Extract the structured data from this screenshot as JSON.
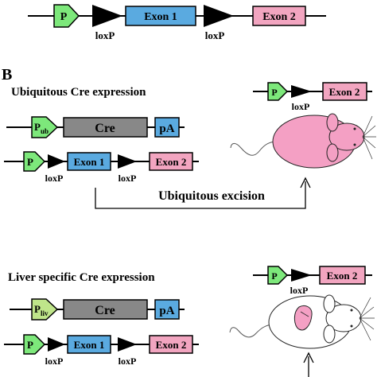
{
  "panel_a": {
    "promoter": "P",
    "exon1": "Exon 1",
    "exon2": "Exon 2",
    "loxp_left": "loxP",
    "loxp_right": "loxP"
  },
  "panel_b": {
    "letter": "B",
    "ubiquitous": {
      "title": "Ubiquitous Cre expression",
      "driver_promoter_main": "P",
      "driver_promoter_sub": "ub",
      "cre": "Cre",
      "pa": "pA",
      "target_promoter": "P",
      "target_exon1": "Exon 1",
      "target_exon2": "Exon 2",
      "target_loxp_left": "loxP",
      "target_loxp_right": "loxP",
      "excision_label": "Ubiquitous excision",
      "result_promoter": "P",
      "result_exon2": "Exon 2",
      "result_loxp": "loxP"
    },
    "liver": {
      "title": "Liver specific Cre expression",
      "driver_promoter_main": "P",
      "driver_promoter_sub": "liv",
      "cre": "Cre",
      "pa": "pA",
      "target_promoter": "P",
      "target_exon1": "Exon 1",
      "target_exon2": "Exon 2",
      "target_loxp_left": "loxP",
      "target_loxp_right": "loxP",
      "result_promoter": "P",
      "result_exon2": "Exon 2",
      "result_loxp": "loxP"
    }
  },
  "colors": {
    "promoter": "#7de87b",
    "exon1": "#5aaae0",
    "exon2": "#f2a5c0",
    "cre": "#888888",
    "pa": "#5aaae0",
    "mouse_pink": "#f4a0c4",
    "liver": "#f4a0c4"
  }
}
